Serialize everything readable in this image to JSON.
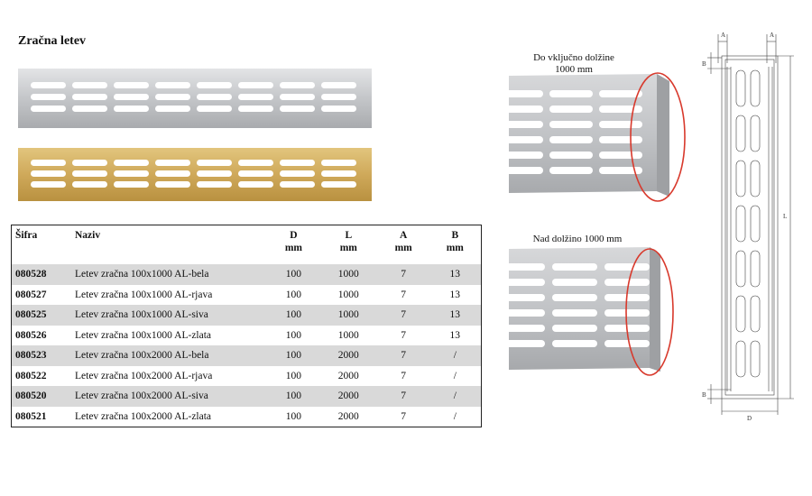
{
  "page": {
    "title": "Zračna letev"
  },
  "table": {
    "headers": {
      "code": "Šifra",
      "name": "Naziv",
      "d": "D",
      "d_unit": "mm",
      "l": "L",
      "l_unit": "mm",
      "a": "A",
      "a_unit": "mm",
      "b": "B",
      "b_unit": "mm"
    },
    "rows": [
      {
        "code": "080528",
        "name": "Letev zračna 100x1000 AL-bela",
        "d": "100",
        "l": "1000",
        "a": "7",
        "b": "13"
      },
      {
        "code": "080527",
        "name": "Letev zračna 100x1000 AL-rjava",
        "d": "100",
        "l": "1000",
        "a": "7",
        "b": "13"
      },
      {
        "code": "080525",
        "name": "Letev zračna 100x1000 AL-siva",
        "d": "100",
        "l": "1000",
        "a": "7",
        "b": "13"
      },
      {
        "code": "080526",
        "name": "Letev zračna 100x1000 AL-zlata",
        "d": "100",
        "l": "1000",
        "a": "7",
        "b": "13"
      },
      {
        "code": "080523",
        "name": "Letev zračna 100x2000 AL-bela",
        "d": "100",
        "l": "2000",
        "a": "7",
        "b": "/"
      },
      {
        "code": "080522",
        "name": "Letev zračna 100x2000 AL-rjava",
        "d": "100",
        "l": "2000",
        "a": "7",
        "b": "/"
      },
      {
        "code": "080520",
        "name": "Letev zračna 100x2000 AL-siva",
        "d": "100",
        "l": "2000",
        "a": "7",
        "b": "/"
      },
      {
        "code": "080521",
        "name": "Letev zračna 100x2000 AL-zlata",
        "d": "100",
        "l": "2000",
        "a": "7",
        "b": "/"
      }
    ]
  },
  "captions": {
    "upto_line1": "Do vključno dolžine",
    "upto_line2": "1000 mm",
    "over": "Nad dolžino 1000 mm"
  },
  "diagram_labels": {
    "a_left": "A",
    "a_right": "A",
    "b_top": "B",
    "b_bottom": "B",
    "l": "L",
    "d": "D"
  },
  "colors": {
    "silver": "#c8c9cb",
    "gold": "#d2b063",
    "highlight": "#d8392c",
    "row_shade": "#d9d9d9"
  }
}
